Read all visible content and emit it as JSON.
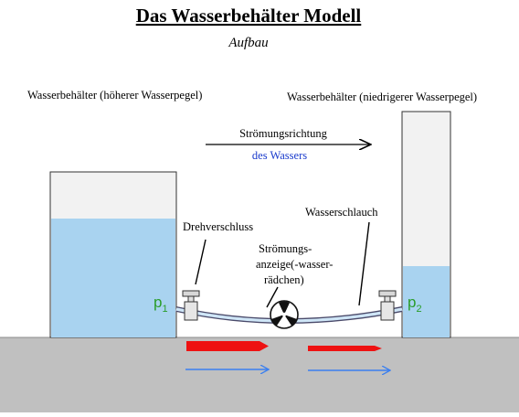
{
  "title": "Das Wasserbehälter Modell",
  "subtitle": "Aufbau",
  "labels": {
    "left_tank": "Wasserbehälter (höherer Wasserpegel)",
    "right_tank": "Wasserbehälter (niedrigerer Wasserpegel)",
    "flow_direction_line1": "Strömungsrichtung",
    "flow_direction_line2": "des Wassers",
    "valve": "Drehverschluss",
    "hose": "Wasserschlauch",
    "flow_indicator_line1": "Strömungs-",
    "flow_indicator_line2": "anzeige(-wasser-",
    "flow_indicator_line3": "rädchen)"
  },
  "pressure": {
    "left": {
      "symbol": "p",
      "index": "1"
    },
    "right": {
      "symbol": "p",
      "index": "2"
    }
  },
  "colors": {
    "water": "#a9d3f0",
    "tank_empty": "#f2f2f2",
    "ground": "#c0c0c0",
    "red_arrow": "#ee1111",
    "blue_arrow": "#3a7ff0",
    "pressure_label": "#2a9d2a",
    "blue_text": "#1a3bcc"
  }
}
